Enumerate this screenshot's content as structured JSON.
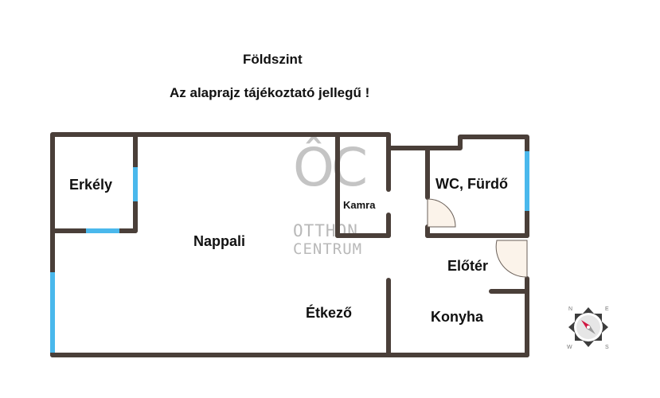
{
  "header": {
    "floor_title": "Földszint",
    "disclaimer": "Az alaprajz tájékoztató jellegű !"
  },
  "rooms": {
    "balcony": "Erkély",
    "living_room": "Nappali",
    "pantry": "Kamra",
    "bathroom": "WC, Fürdő",
    "hallway": "Előtér",
    "dining": "Étkező",
    "kitchen": "Konyha"
  },
  "watermark": {
    "monogram": "ÔC",
    "line1": "OTTHON",
    "line2": "CENTRUM"
  },
  "compass": {
    "icon": "compass-icon",
    "labels": [
      "N",
      "E",
      "S",
      "W"
    ]
  },
  "colors": {
    "wall": "#4a3f39",
    "window": "#4ab8ec",
    "door_fill": "#fbf3ea",
    "watermark": "#b9b9b9",
    "text": "#111111"
  }
}
